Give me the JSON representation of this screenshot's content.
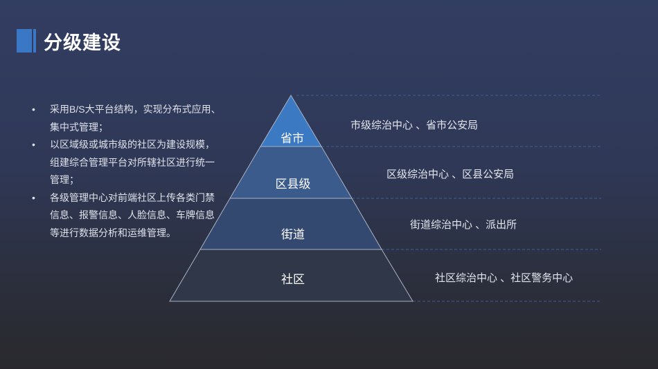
{
  "title": "分级建设",
  "bullets": [
    "采用B/S大平台结构，实现分布式应用、集中式管理；",
    "以区域级或城市级的社区为建设规模，组建综合管理平台对所辖社区进行统一管理；",
    "各级管理中心对前端社区上传各类门禁信息、报警信息、人脸信息、车牌信息等进行数据分析和运维管理。"
  ],
  "bullet_symbol": "•",
  "pyramid": [
    {
      "level": "省市",
      "desc": "市级综治中心 、省市公安局",
      "color": "#3b79c2"
    },
    {
      "level": "区县级",
      "desc": "区级综治中心 、区县公安局",
      "color": "#3a5b8b"
    },
    {
      "level": "街道",
      "desc": "街道综治中心 、派出所",
      "color": "#34496f"
    },
    {
      "level": "社区",
      "desc": "社区综治中心 、社区警务中心",
      "color": "#2f3749"
    }
  ]
}
